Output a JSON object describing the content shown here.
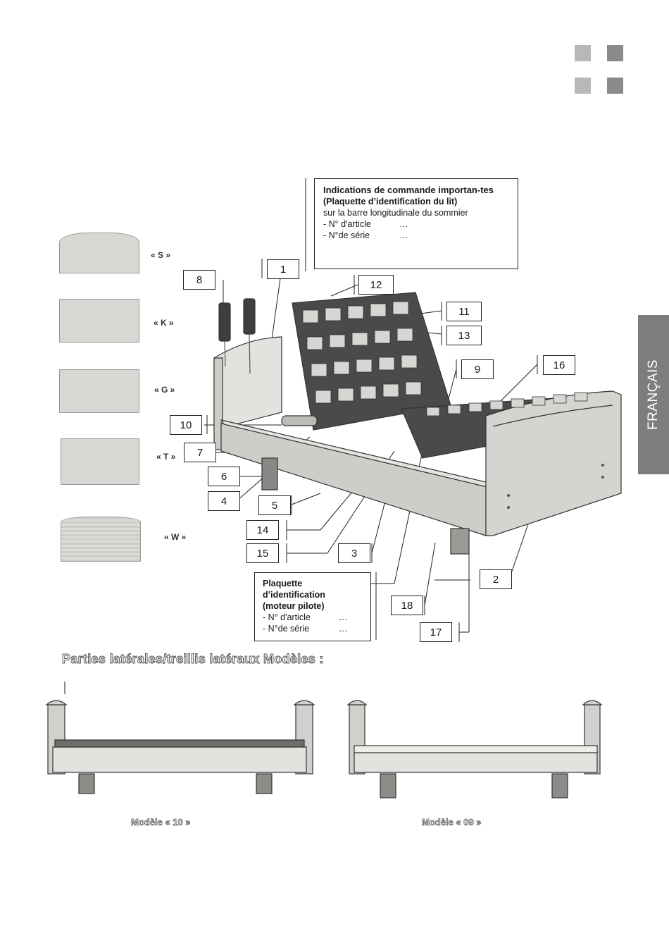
{
  "language_tab": "FRANÇAIS",
  "info_box_top": {
    "title": "Indications de commande importan-tes",
    "subtitle": "(Plaquette d’identification du lit)",
    "location": "sur la barre longitudinale du sommier",
    "article": "- N° d'article",
    "article_value": "…",
    "serial": "- N°de série",
    "serial_value": "…"
  },
  "info_box_bottom": {
    "title_1": "Plaquette",
    "title_2": "d’identification",
    "title_3": "(moteur pilote)",
    "article": "- N° d'article",
    "article_value": "…",
    "serial": "- N°de série",
    "serial_value": "…"
  },
  "callouts": [
    "1",
    "2",
    "3",
    "4",
    "5",
    "6",
    "7",
    "8",
    "9",
    "10",
    "11",
    "12",
    "13",
    "14",
    "15",
    "16",
    "17",
    "18"
  ],
  "headboards": [
    {
      "label": "« S »"
    },
    {
      "label": "« K »"
    },
    {
      "label": "« G »"
    },
    {
      "label": "« T »"
    },
    {
      "label": "« W »"
    }
  ],
  "section_title": "Parties latérales/treillis latéraux Modèles :",
  "models": [
    {
      "caption": "Modèle « 10 »"
    },
    {
      "caption": "Modèle « 09 »"
    }
  ]
}
